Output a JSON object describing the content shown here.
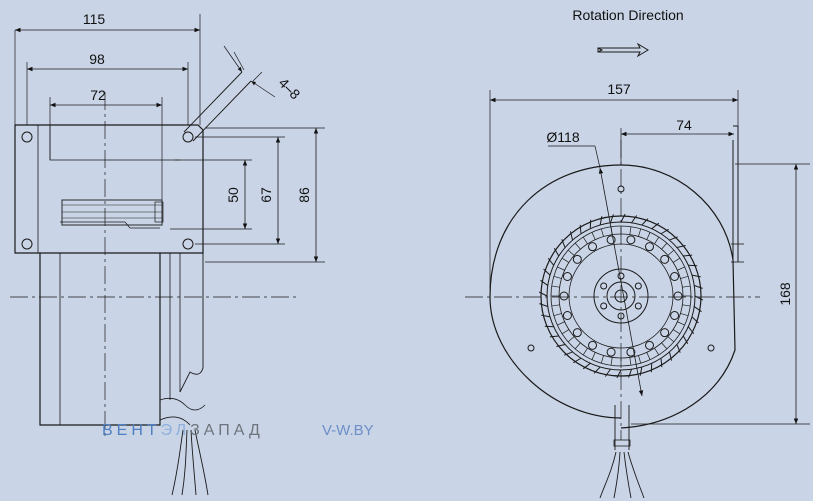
{
  "caption": "Rotation  Direction",
  "side_view": {
    "dims": {
      "w115": "115",
      "w98": "98",
      "w72": "72",
      "slot": "4–8",
      "h50": "50",
      "h67": "67",
      "h86": "86"
    }
  },
  "front_view": {
    "dims": {
      "w157": "157",
      "w74": "74",
      "dia": "Ø118",
      "h168": "168"
    }
  },
  "watermark": {
    "part1": "ВЕНТ",
    "part2": "ЭЛ",
    "part3": "ЗАПАД",
    "site": "V-W.BY"
  },
  "colors": {
    "background": "#c9d4e6",
    "line": "#1a1a1a",
    "watermark_blue": "#4f7fc0",
    "watermark_gray": "#6d747c"
  },
  "icons": {
    "rotation": "rotation-arrow-icon"
  }
}
